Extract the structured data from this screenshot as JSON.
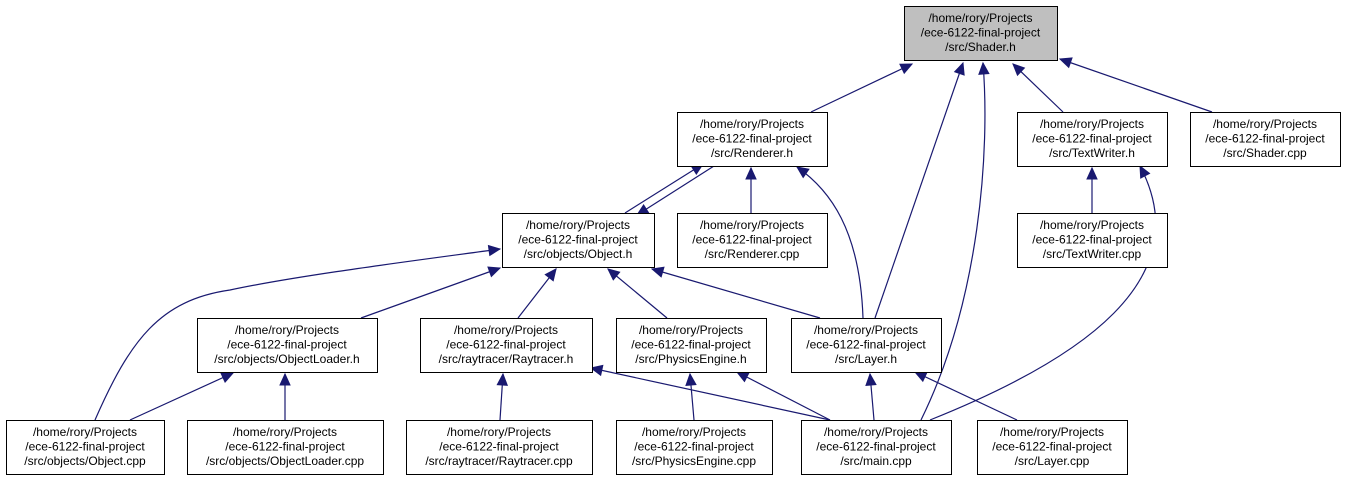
{
  "colors": {
    "node_fill": "#ffffff",
    "selected_fill": "#bfbfbf",
    "edge": "#191970",
    "text": "#000000"
  },
  "nodes": [
    {
      "id": "shader_h",
      "selected": true,
      "lines": [
        "/home/rory/Projects",
        "/ece-6122-final-project",
        "/src/Shader.h"
      ]
    },
    {
      "id": "renderer_h",
      "lines": [
        "/home/rory/Projects",
        "/ece-6122-final-project",
        "/src/Renderer.h"
      ]
    },
    {
      "id": "textwriter_h",
      "lines": [
        "/home/rory/Projects",
        "/ece-6122-final-project",
        "/src/TextWriter.h"
      ]
    },
    {
      "id": "shader_cpp",
      "lines": [
        "/home/rory/Projects",
        "/ece-6122-final-project",
        "/src/Shader.cpp"
      ]
    },
    {
      "id": "object_h",
      "lines": [
        "/home/rory/Projects",
        "/ece-6122-final-project",
        "/src/objects/Object.h"
      ]
    },
    {
      "id": "renderer_cpp",
      "lines": [
        "/home/rory/Projects",
        "/ece-6122-final-project",
        "/src/Renderer.cpp"
      ]
    },
    {
      "id": "textwriter_cpp",
      "lines": [
        "/home/rory/Projects",
        "/ece-6122-final-project",
        "/src/TextWriter.cpp"
      ]
    },
    {
      "id": "objectloader_h",
      "lines": [
        "/home/rory/Projects",
        "/ece-6122-final-project",
        "/src/objects/ObjectLoader.h"
      ]
    },
    {
      "id": "raytracer_h",
      "lines": [
        "/home/rory/Projects",
        "/ece-6122-final-project",
        "/src/raytracer/Raytracer.h"
      ]
    },
    {
      "id": "physicsengine_h",
      "lines": [
        "/home/rory/Projects",
        "/ece-6122-final-project",
        "/src/PhysicsEngine.h"
      ]
    },
    {
      "id": "layer_h",
      "lines": [
        "/home/rory/Projects",
        "/ece-6122-final-project",
        "/src/Layer.h"
      ]
    },
    {
      "id": "object_cpp",
      "lines": [
        "/home/rory/Projects",
        "/ece-6122-final-project",
        "/src/objects/Object.cpp"
      ]
    },
    {
      "id": "objectloader_cpp",
      "lines": [
        "/home/rory/Projects",
        "/ece-6122-final-project",
        "/src/objects/ObjectLoader.cpp"
      ]
    },
    {
      "id": "raytracer_cpp",
      "lines": [
        "/home/rory/Projects",
        "/ece-6122-final-project",
        "/src/raytracer/Raytracer.cpp"
      ]
    },
    {
      "id": "physicsengine_cpp",
      "lines": [
        "/home/rory/Projects",
        "/ece-6122-final-project",
        "/src/PhysicsEngine.cpp"
      ]
    },
    {
      "id": "main_cpp",
      "lines": [
        "/home/rory/Projects",
        "/ece-6122-final-project",
        "/src/main.cpp"
      ]
    },
    {
      "id": "layer_cpp",
      "lines": [
        "/home/rory/Projects",
        "/ece-6122-final-project",
        "/src/Layer.cpp"
      ]
    }
  ],
  "edges": [
    {
      "from": "renderer_h",
      "to": "shader_h"
    },
    {
      "from": "layer_h",
      "to": "shader_h"
    },
    {
      "from": "main_cpp",
      "to": "shader_h"
    },
    {
      "from": "textwriter_h",
      "to": "shader_h"
    },
    {
      "from": "shader_cpp",
      "to": "shader_h"
    },
    {
      "from": "object_h",
      "to": "renderer_h"
    },
    {
      "from": "renderer_h",
      "to": "object_h"
    },
    {
      "from": "renderer_cpp",
      "to": "renderer_h"
    },
    {
      "from": "layer_h",
      "to": "renderer_h"
    },
    {
      "from": "textwriter_cpp",
      "to": "textwriter_h"
    },
    {
      "from": "main_cpp",
      "to": "textwriter_h"
    },
    {
      "from": "object_cpp",
      "to": "object_h"
    },
    {
      "from": "objectloader_h",
      "to": "object_h"
    },
    {
      "from": "raytracer_h",
      "to": "object_h"
    },
    {
      "from": "physicsengine_h",
      "to": "object_h"
    },
    {
      "from": "layer_h",
      "to": "object_h"
    },
    {
      "from": "object_cpp",
      "to": "objectloader_h"
    },
    {
      "from": "objectloader_cpp",
      "to": "objectloader_h"
    },
    {
      "from": "raytracer_cpp",
      "to": "raytracer_h"
    },
    {
      "from": "main_cpp",
      "to": "raytracer_h"
    },
    {
      "from": "physicsengine_cpp",
      "to": "physicsengine_h"
    },
    {
      "from": "main_cpp",
      "to": "physicsengine_h"
    },
    {
      "from": "main_cpp",
      "to": "layer_h"
    },
    {
      "from": "layer_cpp",
      "to": "layer_h"
    }
  ]
}
